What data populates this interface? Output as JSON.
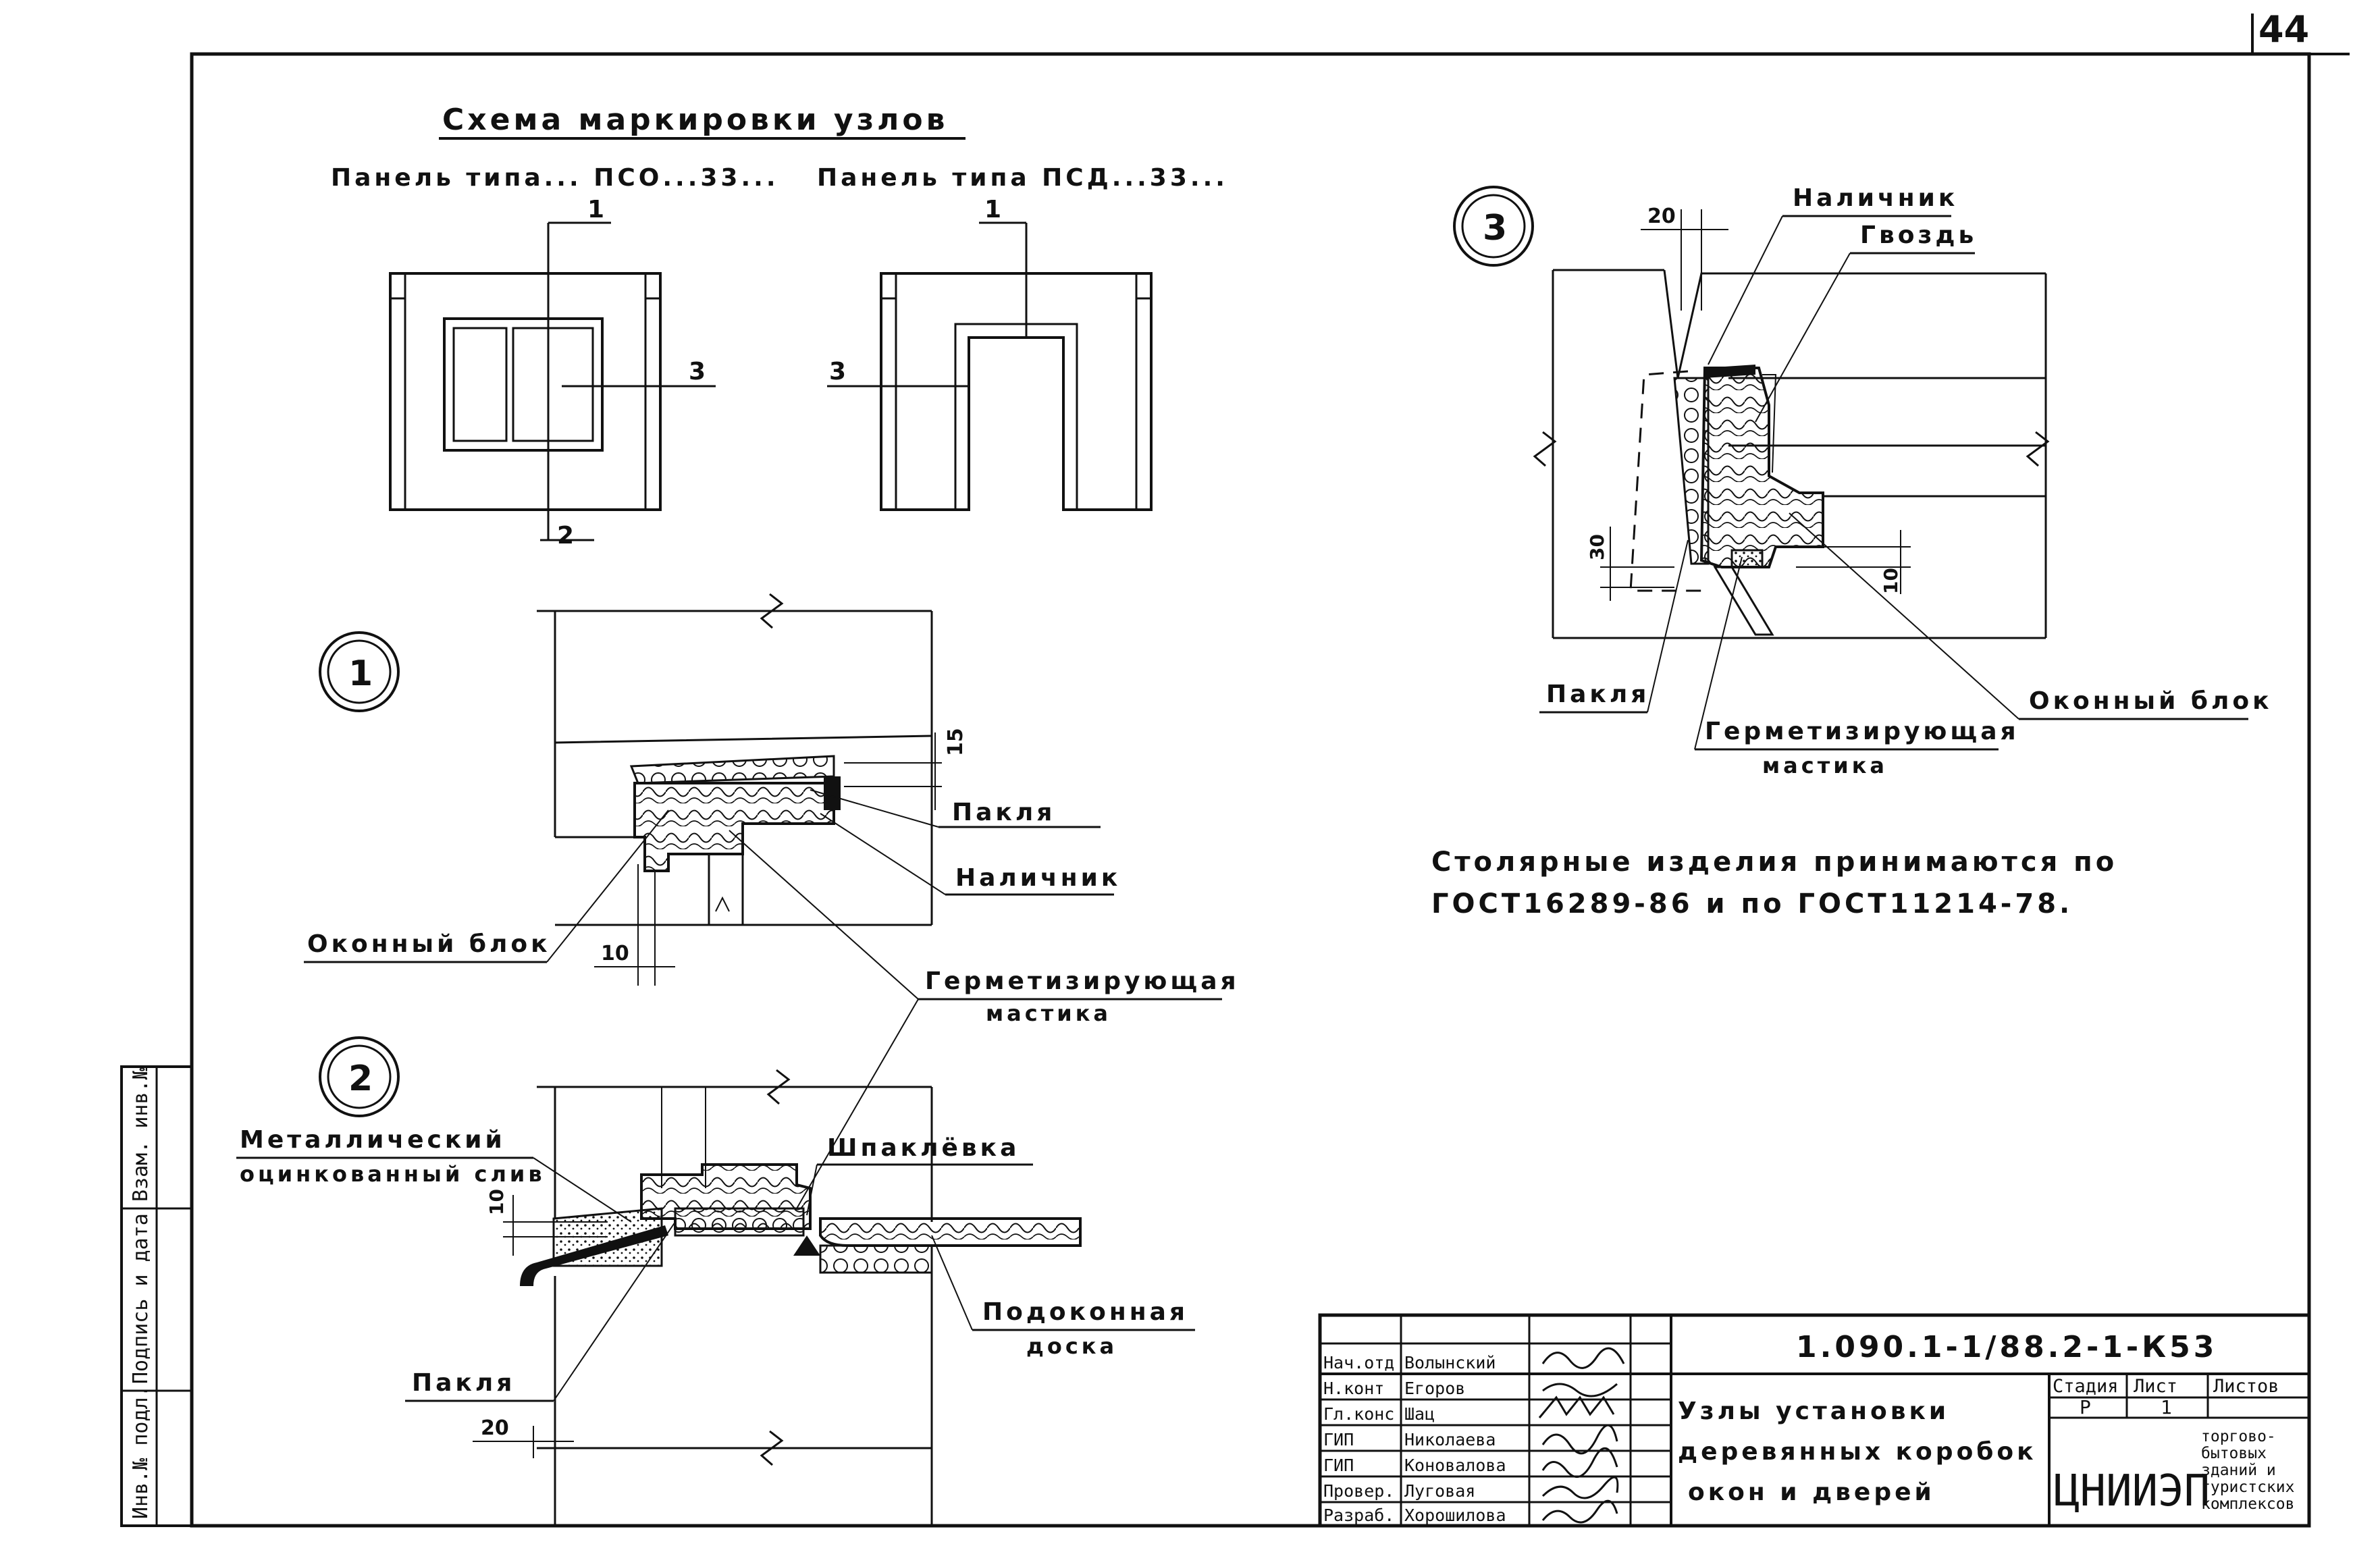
{
  "sheet": {
    "number": "44"
  },
  "scheme": {
    "title": "Схема маркировки узлов",
    "panel_pso": "Панель типа... ПСО...33...",
    "panel_psd": "Панель типа ПСД...33...",
    "marks": [
      "1",
      "2",
      "3"
    ]
  },
  "node1": {
    "number": "1",
    "labels": {
      "pakla": "Пакля",
      "nalichnik": "Наличник",
      "window_block": "Оконный блок"
    },
    "dims": [
      "15",
      "10"
    ]
  },
  "shared": {
    "sealant_line1": "Герметизирующая",
    "sealant_line2": "мастика"
  },
  "node2": {
    "number": "2",
    "labels": {
      "metal_line1": "Металлический",
      "metal_line2": "оцинкованный слив",
      "spaklevka": "Шпаклёвка",
      "sill_line1": "Подоконная",
      "sill_line2": "доска",
      "pakla": "Пакля"
    },
    "dims": [
      "10",
      "20"
    ]
  },
  "node3": {
    "number": "3",
    "labels": {
      "nalichnik": "Наличник",
      "gvozd": "Гвоздь",
      "pakla": "Пакля",
      "window_block": "Оконный блок",
      "sealant_line1": "Герметизирующая",
      "sealant_line2": "мастика"
    },
    "dims": [
      "20",
      "30",
      "10"
    ]
  },
  "note": {
    "line1": "Столярные изделия принимаются по",
    "line2": "ГОСТ16289-86 и по ГОСТ11214-78."
  },
  "side_stamp": {
    "cells": [
      "Инв.№ подл.",
      "Подпись и дата",
      "Взам. инв.№"
    ]
  },
  "title_block": {
    "code": "1.090.1-1/88.2-1-К53",
    "title_line1": "Узлы установки",
    "title_line2": "деревянных коробок",
    "title_line3": "окон и дверей",
    "stage_label": "Стадия",
    "stage_value": "Р",
    "sheet_label": "Лист",
    "sheet_value": "1",
    "sheets_label": "Листов",
    "org_name": "ЦНИИЭП",
    "org_line1": "торгово-",
    "org_line2": "бытовых",
    "org_line3": "зданий и",
    "org_line4": "туристских",
    "org_line5": "комплексов",
    "staff": [
      {
        "role": "Нач.отд",
        "name": "Волынский"
      },
      {
        "role": "Н.конт",
        "name": "Егоров"
      },
      {
        "role": "Гл.конс",
        "name": "Шац"
      },
      {
        "role": "ГИП",
        "name": "Николаева"
      },
      {
        "role": "ГИП",
        "name": "Коновалова"
      },
      {
        "role": "Провер.",
        "name": "Луговая"
      },
      {
        "role": "Разраб.",
        "name": "Хорошилова"
      }
    ]
  }
}
